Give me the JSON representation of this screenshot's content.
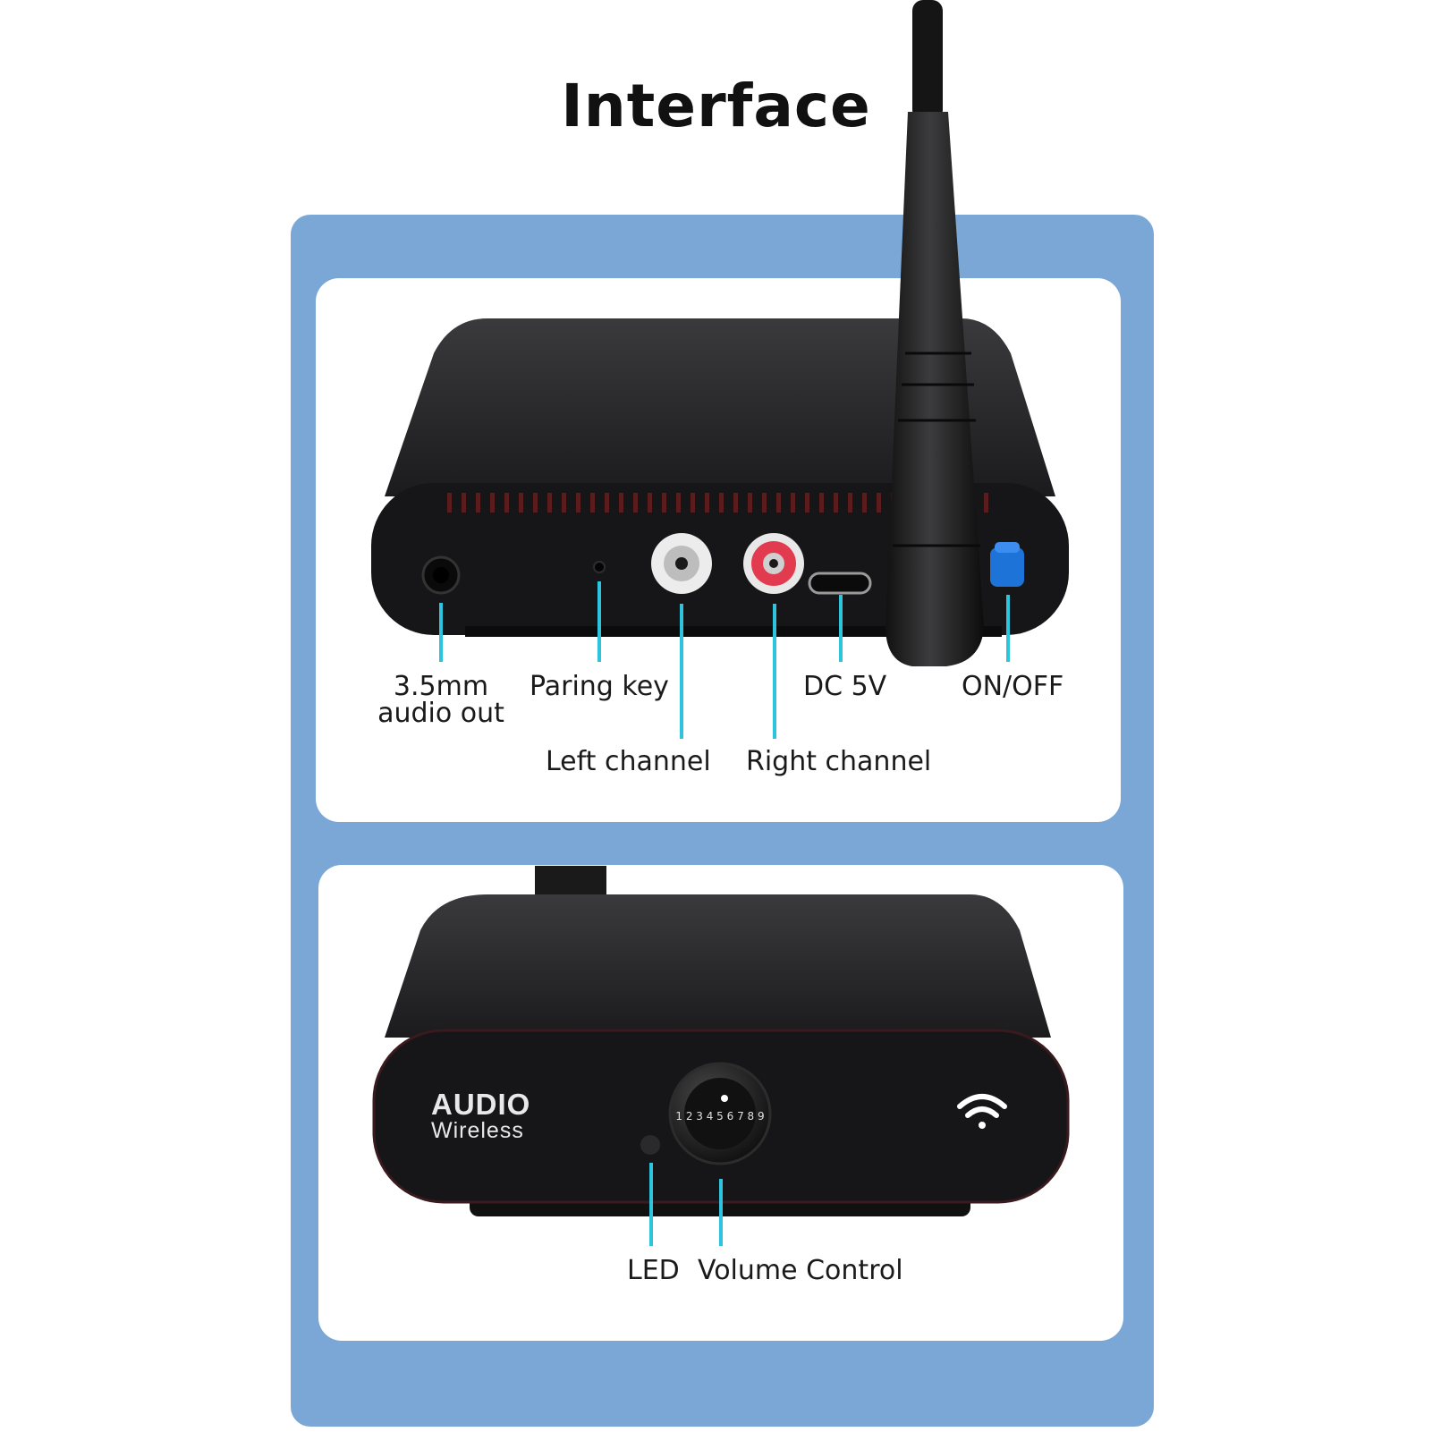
{
  "title": "Interface",
  "top_labels": {
    "audio_out_line1": "3.5mm",
    "audio_out_line2": "audio out",
    "pairing_key": "Paring  key",
    "dc_5v": "DC  5V",
    "on_off": "ON/OFF",
    "left_channel": "Left channel",
    "right_channel": "Right channel"
  },
  "bottom_labels": {
    "led": "LED",
    "volume_control": "Volume Control"
  },
  "device": {
    "brand_main": "AUDIO",
    "brand_sub": "Wireless",
    "dial_numbers": "1 2 3 4 5 6 7 8 9",
    "wifi_icon": "wifi-icon"
  },
  "colors": {
    "panel": "#7ba7d6",
    "leader_line": "#2ec4dd",
    "device_body": "#1c1c1e",
    "power_button": "#1e73d8",
    "right_jack": "#e23a4e"
  }
}
